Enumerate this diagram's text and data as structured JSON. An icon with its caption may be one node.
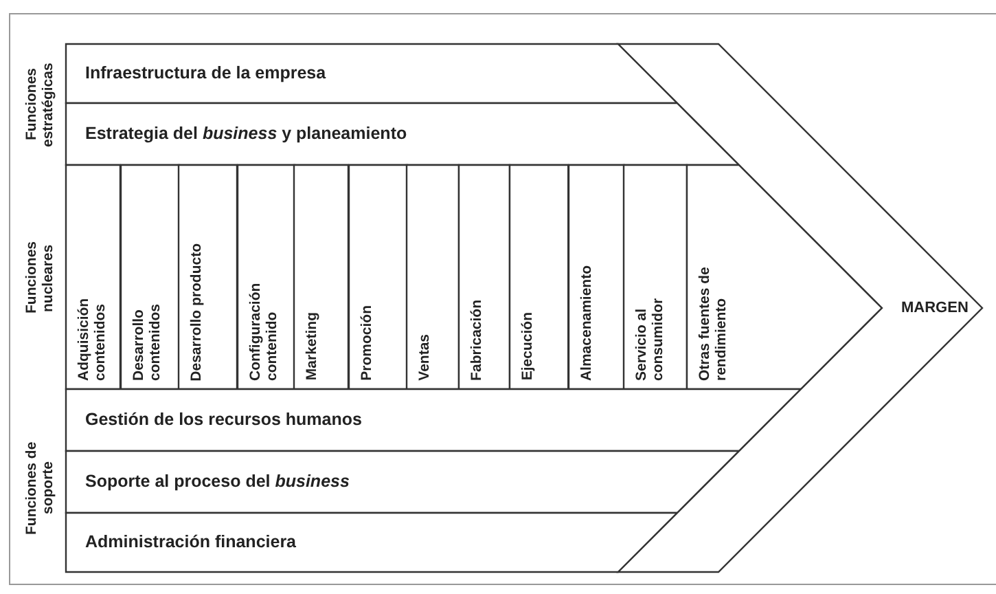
{
  "diagram": {
    "nodes": [
      {
        "text": [
          "Infraestructura de la empresa"
        ]
      },
      {
        "text": [
          "Estrategia del *business* y planeamiento"
        ]
      },
      {
        "text": [
          "Adquisición contenidos"
        ]
      },
      {
        "text": [
          "Desarrollo contenidos"
        ]
      },
      {
        "text": [
          "Desarrollo producto"
        ]
      },
      {
        "text": [
          "Configuración contenido"
        ]
      },
      {
        "text": [
          "Marketing"
        ]
      },
      {
        "text": [
          "Promoción"
        ]
      },
      {
        "text": [
          "Ventas"
        ]
      },
      {
        "text": [
          "Fabricación"
        ]
      },
      {
        "text": [
          "Ejecución"
        ]
      },
      {
        "text": [
          "Almacenamiento"
        ]
      },
      {
        "text": [
          "Servicio al consumidor"
        ]
      },
      {
        "text": [
          "Otras fuentes de rendimiento"
        ]
      },
      {
        "text": [
          "Gestión de los recursos humanos"
        ]
      },
      {
        "text": [
          "Soporte al proceso del *business*"
        ]
      },
      {
        "text": [
          "Administración financiera"
        ]
      },
      {
        "text": [
          "MARGEN"
        ]
      }
    ],
    "labels": [
      "Funciones estratégicas",
      "Funciones nucleares",
      "Funciones de soporte"
    ]
  }
}
